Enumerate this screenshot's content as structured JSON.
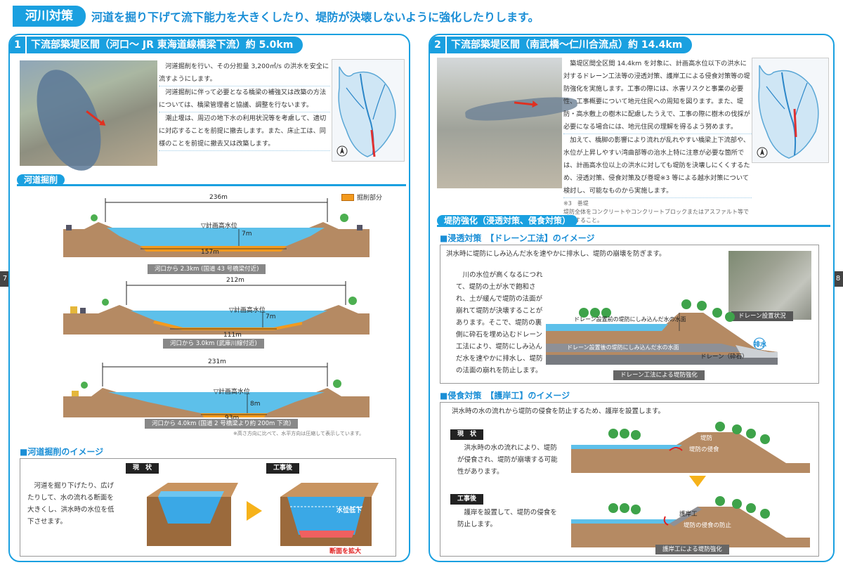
{
  "header": {
    "tag": "河川対策",
    "lead": "河道を掘り下げて流下能力を大きくしたり、堤防が決壊しないように強化したりします。"
  },
  "page_numbers": {
    "left": "7",
    "right": "8"
  },
  "left": {
    "section_num": "1",
    "section_title": "下流部築堤区間（河口～ JR 東海道線橋梁下流）約 5.0km",
    "paragraphs": [
      "河道掘削を行い、その分担量 3,200㎥/s の洪水を安全に流すようにします。",
      "河道掘削に伴って必要となる橋梁の補強又は改築の方法については、橋梁管理者と協議、調整を行ないます。",
      "潮止堰は、周辺の地下水の利用状況等を考慮して、適切に対応することを前提に撤去します。また、床止工は、同様のことを前提に撤去又は改築します。"
    ],
    "excavation_heading": "河道掘削",
    "legend_label": "掘削部分",
    "plan_label": "▽計画高水位",
    "cross_sections": [
      {
        "width": "236m",
        "depth": "7m",
        "bottom": "157m",
        "caption": "河口から 2.3km (国道 43 号橋梁付近)"
      },
      {
        "width": "212m",
        "depth": "7m",
        "bottom": "111m",
        "caption": "河口から 3.0km (武庫川線付近)"
      },
      {
        "width": "231m",
        "depth": "8m",
        "bottom": "93m",
        "caption": "河口から 4.0km (国道 2 号橋梁より約 200m 下流)"
      }
    ],
    "scale_note": "※高さ方向に比べて、水平方向は圧縮して表示しています。",
    "image_heading": "■河道掘削のイメージ",
    "image_text": "河道を掘り下げたり、広げたりして、水の流れる断面を大きくし、洪水時の水位を低下させます。",
    "tag_before": "現　状",
    "tag_after": "工事後",
    "label_water_down": "水位低下",
    "label_expand": "断面を拡大"
  },
  "right": {
    "section_num": "2",
    "section_title": "下流部築堤区間（南武橋～仁川合流点）約 14.4km",
    "paragraphs": [
      "築堤区間全区間 14.4km を対象に、計画高水位以下の洪水に対するドレーン工法等の浸透対策、護岸工による侵食対策等の堤防強化を実施します。工事の際には、水害リスクと事業の必要性、工事概要について地元住民への周知を図ります。また、堤防・高水敷上の樹木に配慮したうえで、工事の際に樹木の伐採が必要になる場合には、地元住民の理解を得るよう努めます。",
      "加えて、橋脚の影響により流れが乱れやすい橋梁上下流部や、水位が上昇しやすい湾曲部等の治水上特に注意が必要な箇所では、計画高水位以上の洪水に対しても堤防を決壊しにくくするため、浸透対策、侵食対策及び巻堤※3 等による越水対策について検討し、可能なものから実施します。"
    ],
    "footnote_title": "※3　巻堤",
    "footnote_text": "堤防全体をコンクリートやコンクリートブロックまたはアスファルト等で被覆すること。",
    "strength_heading": "堤防強化（浸透対策、侵食対策）",
    "drain": {
      "heading": "■浸透対策　【ドレーン工法】のイメージ",
      "lead": "洪水時に堤防にしみ込んだ水を速やかに排水し、堤防の崩壊を防ぎます。",
      "text": "川の水位が高くなるにつれて、堤防の土が水で飽和され、土が緩んで堤防の法面が崩れて堤防が決壊することがあります。そこで、堤防の裏側に砕石を埋め込むドレーン工法により、堤防にしみ込んだ水を速やかに排水し、堤防の法面の崩れを防止します。",
      "label_before": "ドレーン設置前の堤防にしみ込んだ水の水面",
      "label_after": "ドレーン設置後の堤防にしみ込んだ水の水面",
      "label_drain": "ドレーン（砕石）",
      "label_out": "排水",
      "photo_caption": "ドレーン設置状況",
      "caption": "ドレーン工法による堤防強化"
    },
    "erosion": {
      "heading": "■侵食対策　【護岸工】のイメージ",
      "lead": "洪水時の水の流れから堤防の侵食を防止するため、護岸を設置します。",
      "tag_before": "現　状",
      "text_before": "洪水時の水の流れにより、堤防が侵食され、堤防が崩壊する可能性があります。",
      "tag_after": "工事後",
      "text_after": "護岸を設置して、堤防の侵食を防止します。",
      "label_bank": "堤防",
      "label_erosion": "堤防の侵食",
      "label_revet": "護岸工",
      "label_prevent": "堤防の侵食の防止",
      "caption": "護岸工による堤防強化"
    }
  }
}
